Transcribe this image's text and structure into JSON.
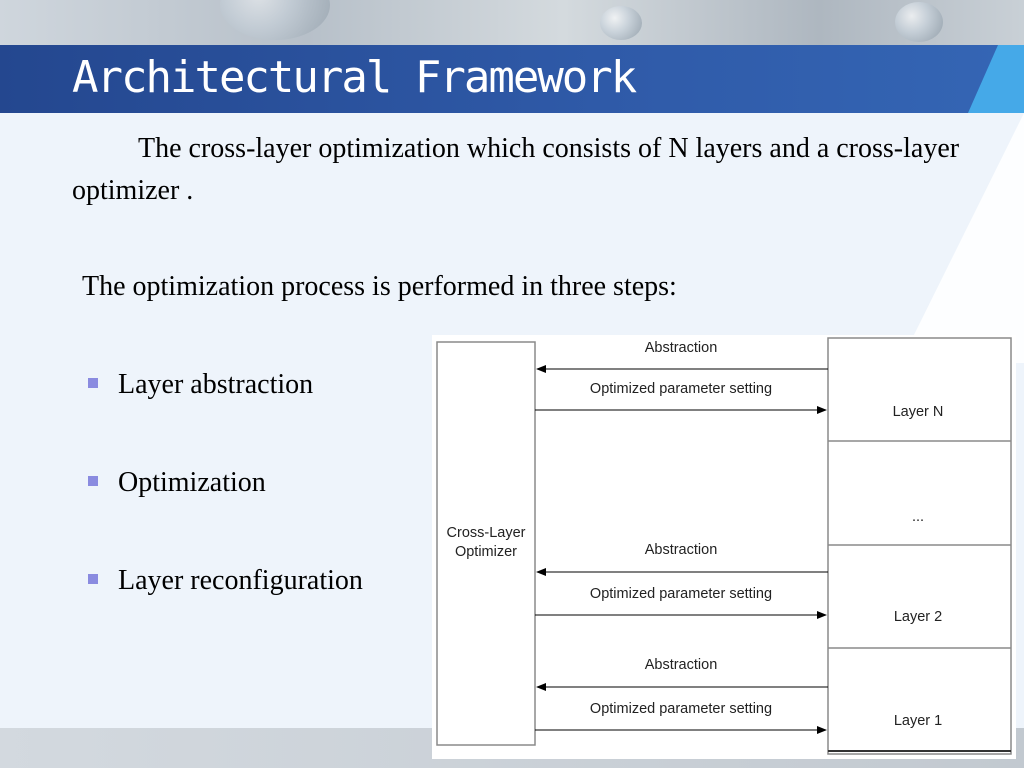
{
  "slide": {
    "title": "Architectural Framework",
    "intro": "The cross-layer optimization which consists of N layers and a cross-layer optimizer .",
    "steps_intro": "The optimization process is performed in three steps:",
    "bullets": [
      "Layer abstraction",
      "Optimization",
      "Layer reconfiguration"
    ]
  },
  "diagram": {
    "optimizer_label": [
      "Cross-Layer",
      "Optimizer"
    ],
    "layers": [
      "Layer N",
      "...",
      "Layer 2",
      "Layer 1"
    ],
    "arrow_labels": {
      "up": "Abstraction",
      "down": "Optimized parameter setting"
    }
  },
  "colors": {
    "title_band": "#2a4f9b",
    "title_text": "#ffffff",
    "accent": "#45a9e8",
    "bullet": "#8a8be0"
  }
}
